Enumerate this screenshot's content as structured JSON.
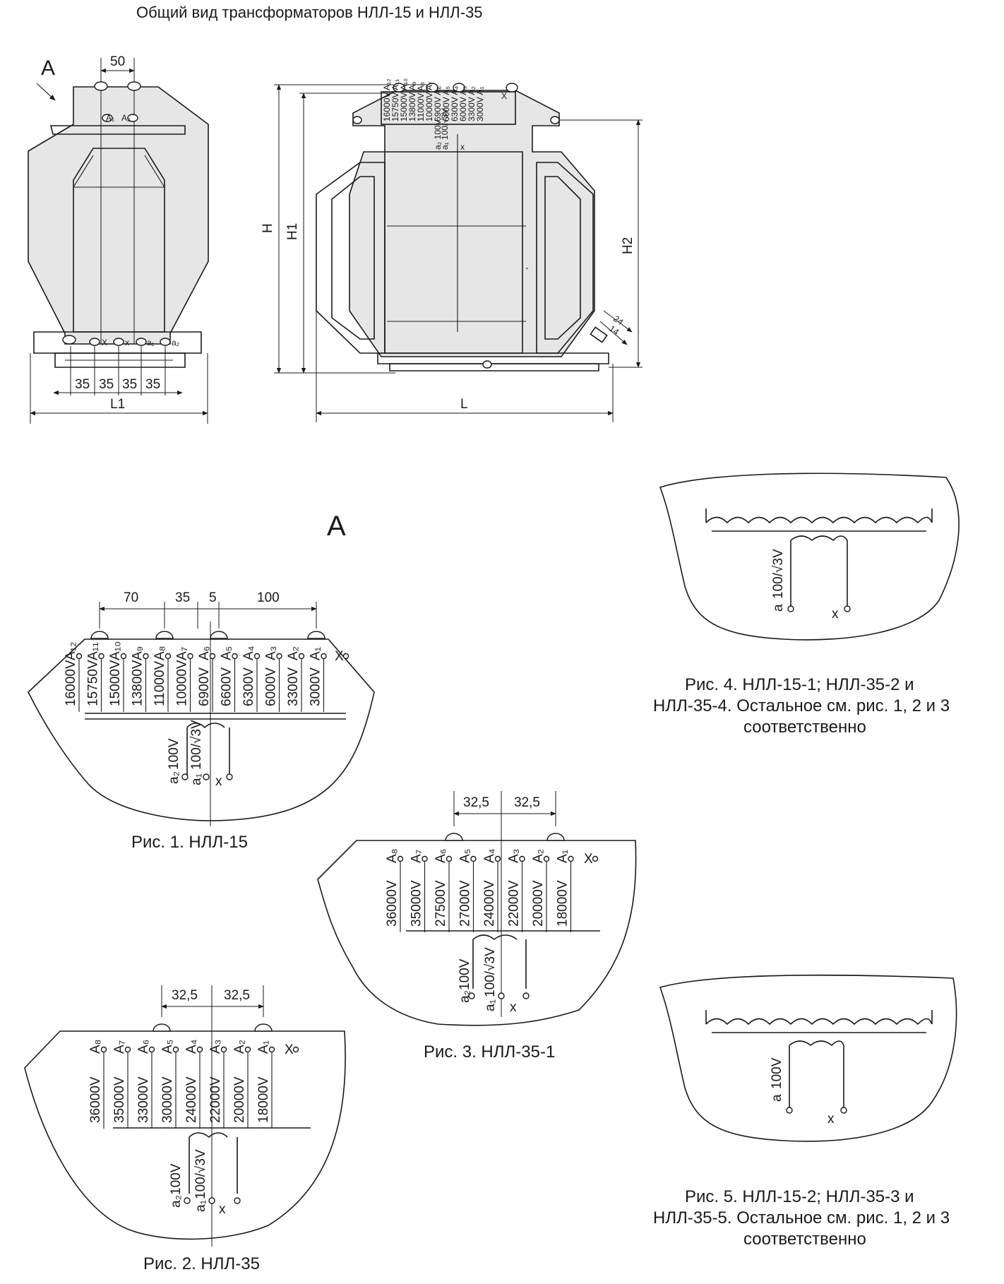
{
  "title": "Общий вид трансформаторов НЛЛ-15 и НЛЛ-35",
  "view_a_letter": "A",
  "section_a_letter": "A",
  "general_view": {
    "top_spacing": "50",
    "side_spacing": [
      "35",
      "35",
      "35",
      "35"
    ],
    "width_label": "L1",
    "length_label": "L",
    "height_labels": [
      "H",
      "H1",
      "H2"
    ],
    "small_dims": [
      "24",
      "14"
    ],
    "terminal_labels": [
      "A₁",
      "A₂",
      "X",
      "x",
      "a₁",
      "a₂"
    ],
    "top_taps": [
      "16000V A₁₂",
      "15750V A₁₁",
      "15000V A₁₀",
      "13800V A₉",
      "11000V A₈",
      "10000V A₇",
      "6900V A₆",
      "6600V A₅",
      "6300V A₄",
      "6000V A₃",
      "3300V A₂",
      "3000V A₁",
      "X"
    ],
    "secondary_small": [
      "a₂ 100V",
      "a₁ 100/√3V",
      "x"
    ]
  },
  "fig1": {
    "caption": "Рис. 1. НЛЛ-15",
    "dims": [
      "70",
      "35",
      "5",
      "100"
    ],
    "taps": [
      {
        "voltage": "16000V",
        "terminal": "A₁₂"
      },
      {
        "voltage": "15750V",
        "terminal": "A₁₁"
      },
      {
        "voltage": "15000V",
        "terminal": "A₁₀"
      },
      {
        "voltage": "13800V",
        "terminal": "A₉"
      },
      {
        "voltage": "11000V",
        "terminal": "A₈"
      },
      {
        "voltage": "10000V",
        "terminal": "A₇"
      },
      {
        "voltage": "6900V",
        "terminal": "A₆"
      },
      {
        "voltage": "6600V",
        "terminal": "A₅"
      },
      {
        "voltage": "6300V",
        "terminal": "A₄"
      },
      {
        "voltage": "6000V",
        "terminal": "A₃"
      },
      {
        "voltage": "3300V",
        "terminal": "A₂"
      },
      {
        "voltage": "3000V",
        "terminal": "A₁"
      }
    ],
    "end_terminal": "X",
    "secondary": {
      "a2": "a₂",
      "a2_voltage": "100V",
      "a1": "a₁",
      "a1_voltage": "100/√3V",
      "x": "x"
    }
  },
  "fig2": {
    "caption": "Рис. 2. НЛЛ-35",
    "dims": [
      "32,5",
      "32,5"
    ],
    "taps": [
      {
        "voltage": "36000V",
        "terminal": "A₈"
      },
      {
        "voltage": "35000V",
        "terminal": "A₇"
      },
      {
        "voltage": "33000V",
        "terminal": "A₆"
      },
      {
        "voltage": "30000V",
        "terminal": "A₅"
      },
      {
        "voltage": "24000V",
        "terminal": "A₄"
      },
      {
        "voltage": "22000V",
        "terminal": "A₃"
      },
      {
        "voltage": "20000V",
        "terminal": "A₂"
      },
      {
        "voltage": "18000V",
        "terminal": "A₁"
      }
    ],
    "end_terminal": "X",
    "secondary": {
      "a2": "a₂",
      "a2_voltage": "100V",
      "a1": "a₁",
      "a1_voltage": "100/√3V",
      "x": "x"
    }
  },
  "fig3": {
    "caption": "Рис. 3. НЛЛ-35-1",
    "dims": [
      "32,5",
      "32,5"
    ],
    "taps": [
      {
        "voltage": "36000V",
        "terminal": "A₈"
      },
      {
        "voltage": "35000V",
        "terminal": "A₇"
      },
      {
        "voltage": "27500V",
        "terminal": "A₆"
      },
      {
        "voltage": "27000V",
        "terminal": "A₅"
      },
      {
        "voltage": "24000V",
        "terminal": "A₄"
      },
      {
        "voltage": "22000V",
        "terminal": "A₃"
      },
      {
        "voltage": "20000V",
        "terminal": "A₂"
      },
      {
        "voltage": "18000V",
        "terminal": "A₁"
      }
    ],
    "end_terminal": "X",
    "secondary": {
      "a2": "a₂",
      "a2_voltage": "100V",
      "a1": "a₁",
      "a1_voltage": "100/√3V",
      "x": "x"
    }
  },
  "fig4": {
    "caption_lines": [
      "Рис. 4. НЛЛ-15-1; НЛЛ-35-2 и",
      "НЛЛ-35-4. Остальное см. рис. 1, 2 и 3",
      "соответственно"
    ],
    "secondary": {
      "a": "a",
      "voltage": "100/√3V",
      "x": "x"
    }
  },
  "fig5": {
    "caption_lines": [
      "Рис. 5. НЛЛ-15-2; НЛЛ-35-3 и",
      "НЛЛ-35-5. Остальное см. рис. 1, 2 и 3",
      "соответственно"
    ],
    "secondary": {
      "a": "a",
      "voltage": "100V",
      "x": "x"
    }
  }
}
